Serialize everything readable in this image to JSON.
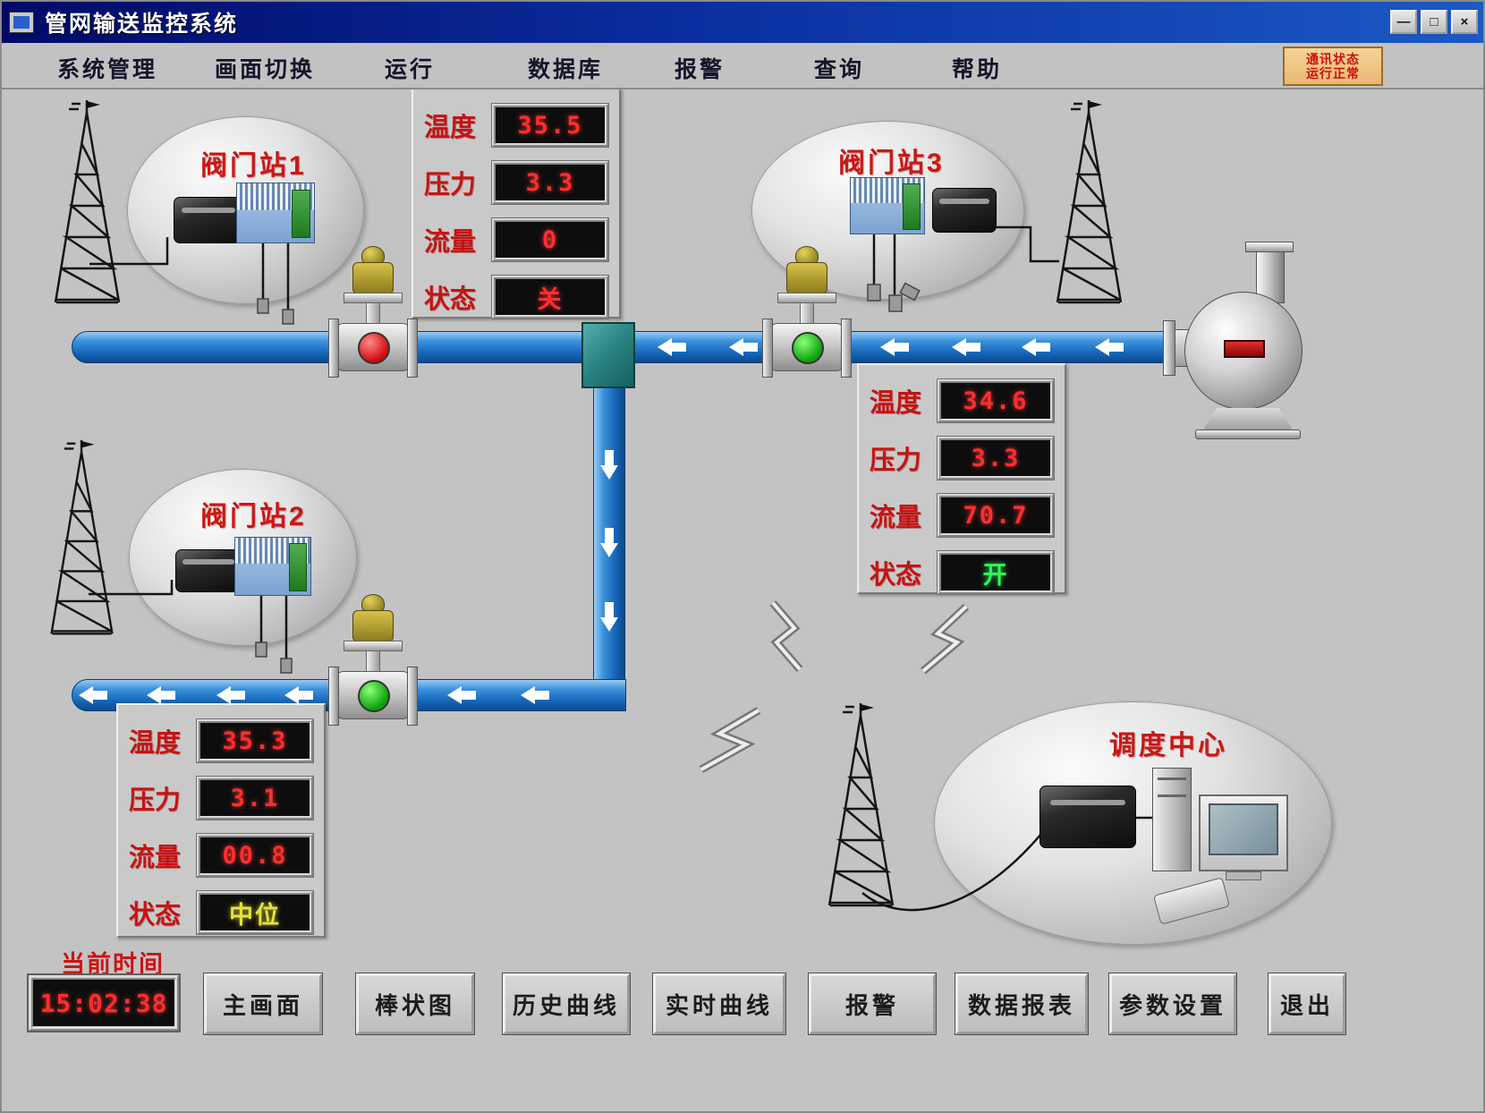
{
  "window": {
    "title": "管网输送监控系统",
    "minimize": "—",
    "maximize": "□",
    "close": "×"
  },
  "menu": {
    "items": [
      "系统管理",
      "画面切换",
      "运行",
      "数据库",
      "报警",
      "查询",
      "帮助"
    ]
  },
  "status_box": {
    "line1": "通讯状态",
    "line2": "运行正常"
  },
  "stations": {
    "s1": {
      "name": "阀门站1"
    },
    "s2": {
      "name": "阀门站2"
    },
    "s3": {
      "name": "阀门站3"
    },
    "center": {
      "name": "调度中心"
    }
  },
  "panels": {
    "p1": {
      "rows": [
        {
          "label": "温度",
          "value": "35.5"
        },
        {
          "label": "压力",
          "value": "3.3"
        },
        {
          "label": "流量",
          "value": "0"
        },
        {
          "label": "状态",
          "value": "关"
        }
      ]
    },
    "p2": {
      "rows": [
        {
          "label": "温度",
          "value": "34.6"
        },
        {
          "label": "压力",
          "value": "3.3"
        },
        {
          "label": "流量",
          "value": "70.7"
        },
        {
          "label": "状态",
          "value": "开"
        }
      ]
    },
    "p3": {
      "rows": [
        {
          "label": "温度",
          "value": "35.3"
        },
        {
          "label": "压力",
          "value": "3.1"
        },
        {
          "label": "流量",
          "value": "00.8"
        },
        {
          "label": "状态",
          "value": "中位"
        }
      ]
    }
  },
  "clock": {
    "label": "当前时间",
    "value": "15:02:38"
  },
  "buttons": [
    "主画面",
    "棒状图",
    "历史曲线",
    "实时曲线",
    "报警",
    "数据报表",
    "参数设置",
    "退出"
  ],
  "colors": {
    "pipe_blue": "#1565b8",
    "led_red": "#ff2e2e",
    "led_green": "#2bff55",
    "led_yellow": "#e6e23c",
    "valve_open": "#0aa00a",
    "valve_closed": "#d00a0a",
    "titlebar_blue": "#0a2d9e",
    "status_box_orange": "#e8b870"
  }
}
